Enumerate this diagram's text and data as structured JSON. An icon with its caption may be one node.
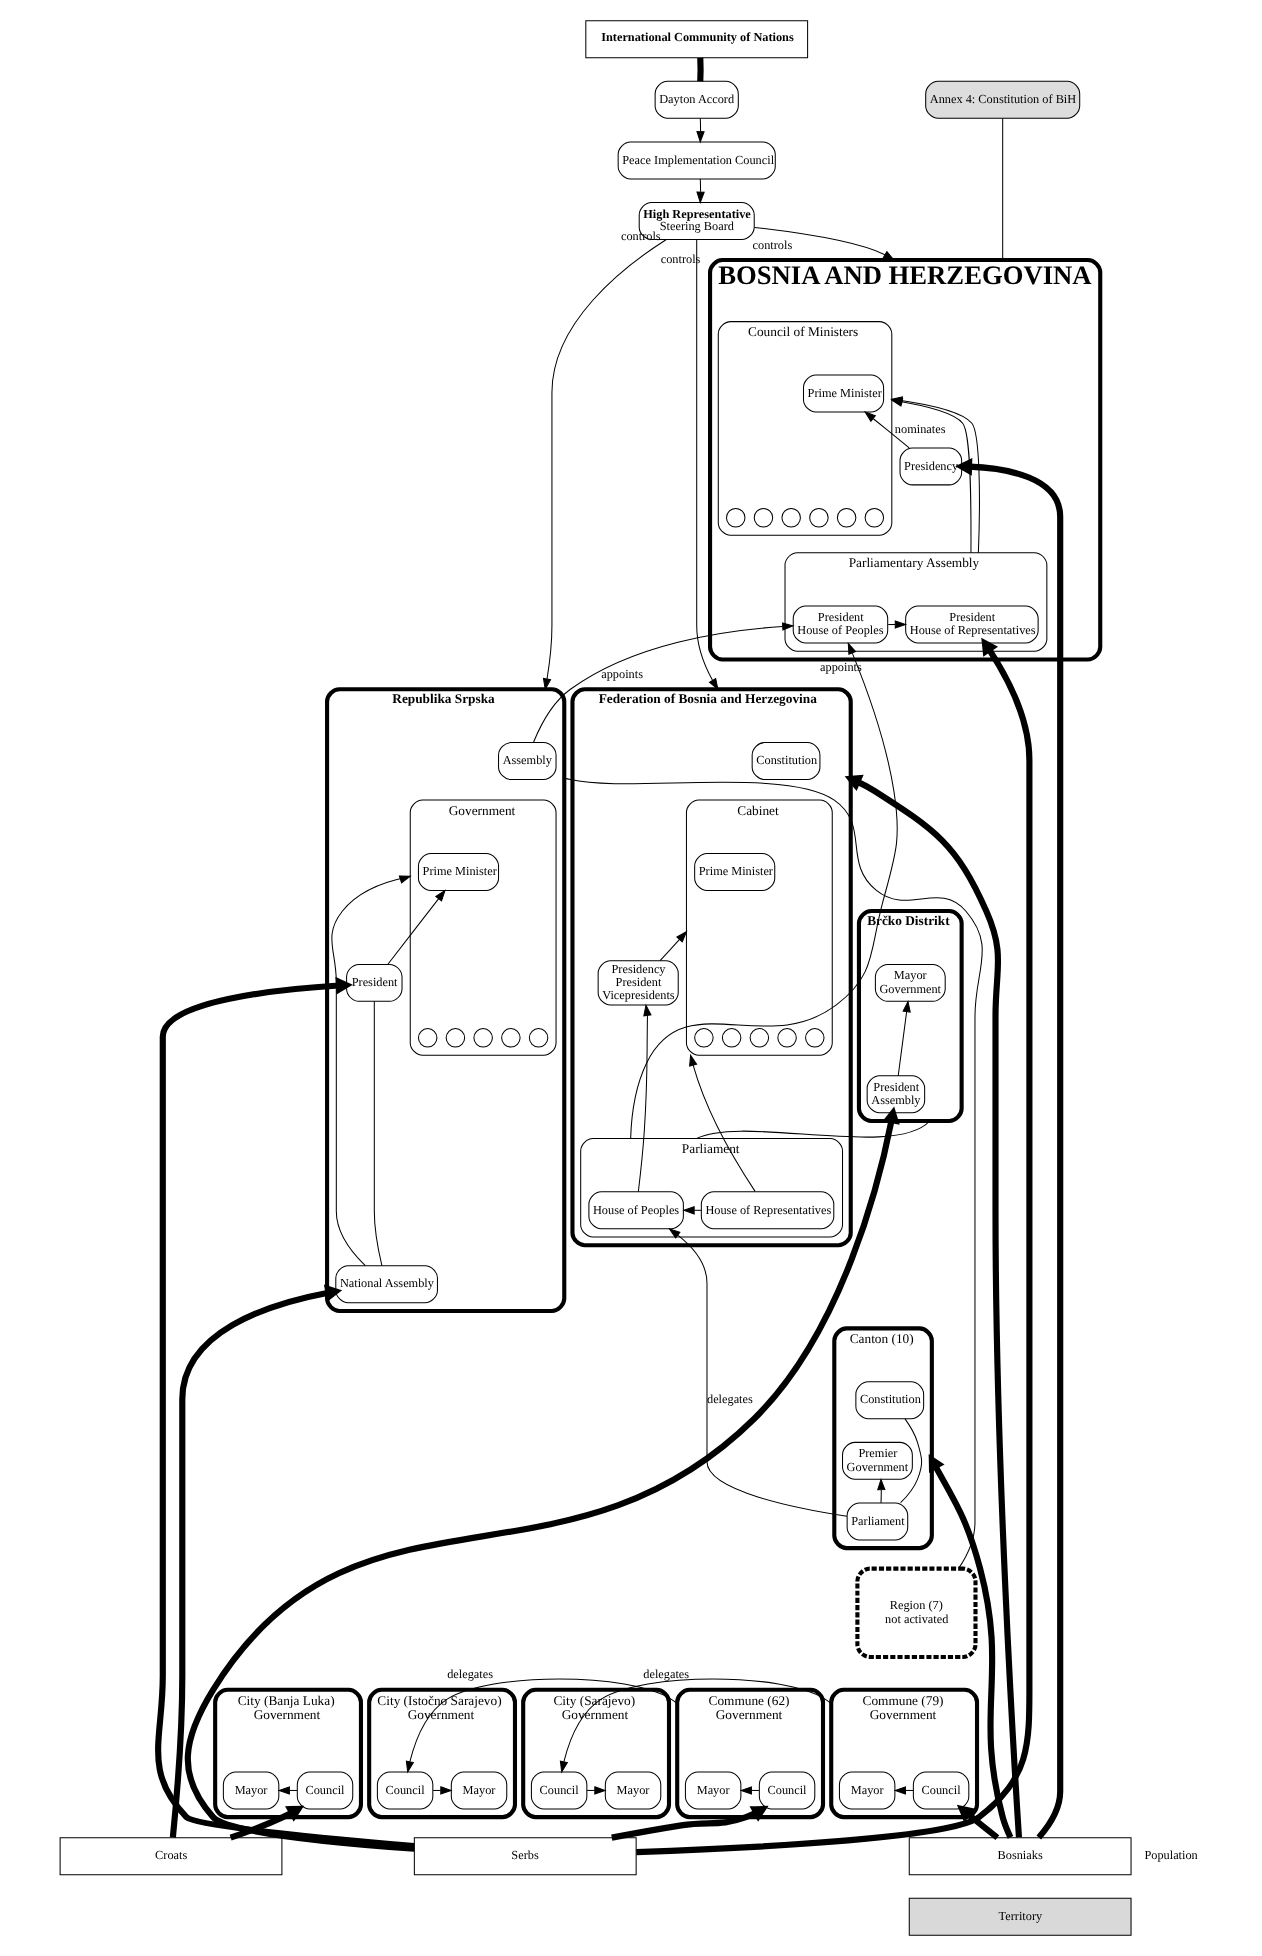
{
  "diagram": {
    "nodes": [
      {
        "text": [
          "International Community of Nations"
        ]
      },
      {
        "text": [
          "Dayton Accord"
        ]
      },
      {
        "text": [
          "Annex 4: Constitution of BiH"
        ]
      },
      {
        "text": [
          "Peace Implementation Council"
        ]
      },
      {
        "text": [
          "High Representative",
          "Steering Board"
        ]
      },
      {
        "text": [
          "BOSNIA AND HERZEGOVINA"
        ]
      },
      {
        "text": [
          "Presidency"
        ],
        "in": 5
      },
      {
        "text": [
          "Council of Ministers"
        ],
        "in": 5
      },
      {
        "text": [
          "Prime Minister"
        ],
        "in": 7
      },
      {
        "text": [],
        "shape": "circle",
        "in": 7
      },
      {
        "text": [],
        "shape": "circle",
        "in": 7
      },
      {
        "text": [],
        "shape": "circle",
        "in": 7
      },
      {
        "text": [],
        "shape": "circle",
        "in": 7
      },
      {
        "text": [],
        "shape": "circle",
        "in": 7
      },
      {
        "text": [],
        "shape": "circle",
        "in": 7
      },
      {
        "text": [
          "Parliamentary Assembly"
        ],
        "in": 5
      },
      {
        "text": [
          "President",
          "House of Representatives"
        ],
        "in": 15
      },
      {
        "text": [
          "President",
          "House of Peoples"
        ],
        "in": 15
      },
      {
        "text": [
          "Federation of Bosnia and Herzegovina"
        ]
      },
      {
        "text": [
          "Constitution"
        ],
        "in": 18
      },
      {
        "text": [
          "Presidency",
          "President",
          "Vicepresidents"
        ],
        "in": 18
      },
      {
        "text": [
          "Cabinet"
        ],
        "in": 18
      },
      {
        "text": [
          "Prime Minister"
        ],
        "in": 21
      },
      {
        "text": [],
        "shape": "circle",
        "in": 21
      },
      {
        "text": [],
        "shape": "circle",
        "in": 21
      },
      {
        "text": [],
        "shape": "circle",
        "in": 21
      },
      {
        "text": [],
        "shape": "circle",
        "in": 21
      },
      {
        "text": [],
        "shape": "circle",
        "in": 21
      },
      {
        "text": [
          "Parliament"
        ],
        "in": 18
      },
      {
        "text": [
          "House of Peoples"
        ],
        "in": 28
      },
      {
        "text": [
          "House of Representatives"
        ],
        "in": 28
      },
      {
        "text": [
          "Brčko Distrikt"
        ]
      },
      {
        "text": [
          "Mayor",
          "Government"
        ],
        "in": 31
      },
      {
        "text": [
          "President",
          "Assembly"
        ],
        "in": 31
      },
      {
        "text": [
          "Republika Srpska"
        ]
      },
      {
        "text": [
          "Assembly"
        ],
        "in": 34
      },
      {
        "text": [
          "President"
        ],
        "in": 34
      },
      {
        "text": [
          "Government"
        ],
        "in": 34
      },
      {
        "text": [
          "Prime Minister"
        ],
        "in": 37
      },
      {
        "text": [],
        "shape": "circle",
        "in": 37
      },
      {
        "text": [],
        "shape": "circle",
        "in": 37
      },
      {
        "text": [],
        "shape": "circle",
        "in": 37
      },
      {
        "text": [],
        "shape": "circle",
        "in": 37
      },
      {
        "text": [],
        "shape": "circle",
        "in": 37
      },
      {
        "text": [
          "National Assembly"
        ],
        "in": 34
      },
      {
        "text": [
          "Canton (10)"
        ]
      },
      {
        "text": [
          "Constitution"
        ],
        "in": 45
      },
      {
        "text": [
          "Premier",
          "Government"
        ],
        "in": 45
      },
      {
        "text": [
          "Parliament"
        ],
        "in": 45
      },
      {
        "text": [
          "Region (7)",
          "not activated"
        ]
      },
      {
        "text": [
          "Commune (79)",
          "Government"
        ]
      },
      {
        "text": [
          "Mayor"
        ],
        "in": 50
      },
      {
        "text": [
          "Council"
        ],
        "in": 50
      },
      {
        "text": [
          "City (Sarajevo)",
          "Government"
        ]
      },
      {
        "text": [
          "Council"
        ],
        "in": 53
      },
      {
        "text": [
          "Mayor"
        ],
        "in": 53
      },
      {
        "text": [
          "Commune (62)",
          "Government"
        ]
      },
      {
        "text": [
          "Mayor"
        ],
        "in": 56
      },
      {
        "text": [
          "Council"
        ],
        "in": 56
      },
      {
        "text": [
          "City (Banja Luka)",
          "Government"
        ]
      },
      {
        "text": [
          "Mayor"
        ],
        "in": 59
      },
      {
        "text": [
          "Council"
        ],
        "in": 59
      },
      {
        "text": [
          "City (Istočno Sarajevo)",
          "Government"
        ]
      },
      {
        "text": [
          "Mayor"
        ],
        "in": 62
      },
      {
        "text": [
          "Council"
        ],
        "in": 62
      },
      {
        "text": [
          "Bosniaks"
        ]
      },
      {
        "text": [
          "Serbs"
        ]
      },
      {
        "text": [
          "Croats"
        ]
      },
      {
        "text": [
          "Territory"
        ]
      }
    ],
    "edges": [
      {
        "from": 0,
        "to": 1,
        "arrow": "none",
        "style": "thick"
      },
      {
        "from": 1,
        "to": 3,
        "arrow": "to"
      },
      {
        "from": 3,
        "to": 4,
        "arrow": "to"
      },
      {
        "from": 4,
        "to": 5,
        "arrow": "to",
        "label": "controls"
      },
      {
        "from": 4,
        "to": 18,
        "arrow": "to",
        "label": "controls"
      },
      {
        "from": 4,
        "to": 34,
        "arrow": "to",
        "label": "controls"
      },
      {
        "from": 2,
        "to": 5,
        "arrow": "none"
      },
      {
        "from": 6,
        "to": 8,
        "arrow": "to",
        "label": "nominates"
      },
      {
        "from": 15,
        "to": 7,
        "arrow": "to"
      },
      {
        "from": 15,
        "to": 7,
        "arrow": "to"
      },
      {
        "from": 17,
        "to": 16,
        "arrow": "to"
      },
      {
        "from": 28,
        "to": 17,
        "arrow": "to",
        "label": "appoints"
      },
      {
        "from": 35,
        "to": 17,
        "arrow": "to",
        "label": "appoints"
      },
      {
        "from": 20,
        "to": 21,
        "arrow": "to"
      },
      {
        "from": 29,
        "to": 20,
        "arrow": "to"
      },
      {
        "from": 30,
        "to": 21,
        "arrow": "to"
      },
      {
        "from": 30,
        "to": 29,
        "arrow": "to"
      },
      {
        "from": 28,
        "to": 31,
        "arrow": "none"
      },
      {
        "from": 33,
        "to": 32,
        "arrow": "to"
      },
      {
        "from": 36,
        "to": 38,
        "arrow": "to"
      },
      {
        "from": 44,
        "to": 37,
        "arrow": "to"
      },
      {
        "from": 36,
        "to": 44,
        "arrow": "none"
      },
      {
        "from": 48,
        "to": 29,
        "arrow": "to",
        "label": "delegates"
      },
      {
        "from": 46,
        "to": 48,
        "arrow": "none"
      },
      {
        "from": 48,
        "to": 47,
        "arrow": "to"
      },
      {
        "from": 34,
        "to": 49,
        "arrow": "none"
      },
      {
        "from": 52,
        "to": 51,
        "arrow": "to"
      },
      {
        "from": 54,
        "to": 55,
        "arrow": "to"
      },
      {
        "from": 58,
        "to": 57,
        "arrow": "to"
      },
      {
        "from": 61,
        "to": 60,
        "arrow": "to"
      },
      {
        "from": 64,
        "to": 63,
        "arrow": "to"
      },
      {
        "from": 50,
        "to": 54,
        "arrow": "to",
        "label": "delegates"
      },
      {
        "from": 56,
        "to": 64,
        "arrow": "to",
        "label": "delegates"
      },
      {
        "from": 65,
        "to": 18,
        "arrow": "to",
        "style": "thick"
      },
      {
        "from": 65,
        "to": 6,
        "arrow": "to",
        "style": "thick"
      },
      {
        "from": 65,
        "to": 45,
        "arrow": "to",
        "style": "thick"
      },
      {
        "from": 65,
        "to": 52,
        "arrow": "to",
        "style": "thick"
      },
      {
        "from": 66,
        "to": 16,
        "arrow": "to",
        "style": "thick"
      },
      {
        "from": 66,
        "to": 33,
        "arrow": "to",
        "style": "thick"
      },
      {
        "from": 66,
        "to": 36,
        "arrow": "to",
        "style": "thick"
      },
      {
        "from": 66,
        "to": 58,
        "arrow": "to",
        "style": "thick"
      },
      {
        "from": 67,
        "to": 61,
        "arrow": "to",
        "style": "thick"
      },
      {
        "from": 67,
        "to": 44,
        "arrow": "to",
        "style": "thick"
      }
    ],
    "labels": [
      "Population"
    ]
  }
}
